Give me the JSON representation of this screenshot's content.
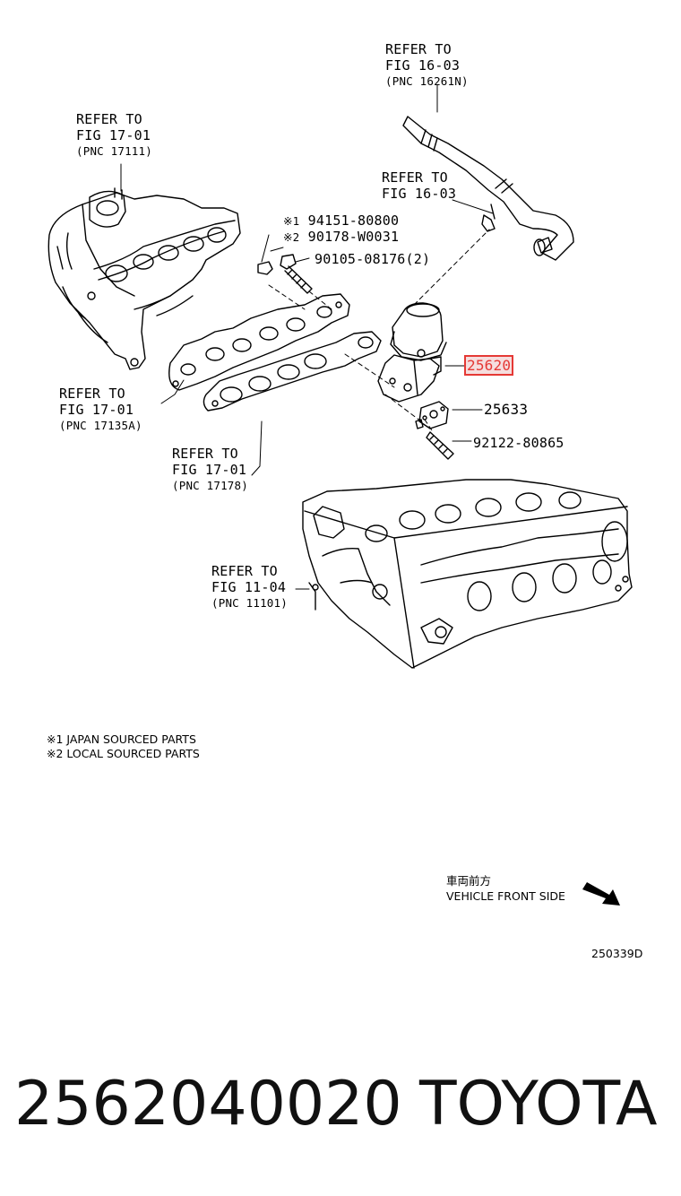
{
  "refs": {
    "fig_16_03_top": {
      "line1": "REFER TO",
      "line2": "FIG 16-03",
      "pnc": "(PNC 16261N)"
    },
    "fig_17_01_manifold": {
      "line1": "REFER TO",
      "line2": "FIG 17-01",
      "pnc": "(PNC 17111)"
    },
    "fig_16_03_mid": {
      "line1": "REFER TO",
      "line2": "FIG 16-03"
    },
    "fig_17_01_gasket1": {
      "line1": "REFER TO",
      "line2": "FIG 17-01",
      "pnc": "(PNC 17135A)"
    },
    "fig_17_01_gasket2": {
      "line1": "REFER TO",
      "line2": "FIG 17-01",
      "pnc": "(PNC 17178)"
    },
    "fig_11_04": {
      "line1": "REFER TO",
      "line2": "FIG 11-04",
      "pnc": "(PNC 11101)"
    }
  },
  "parts": {
    "nut_1": {
      "mark": "※1",
      "number": "94151-80800"
    },
    "nut_2": {
      "mark": "※2",
      "number": "90178-W0031"
    },
    "bolt": {
      "number": "90105-08176(2)"
    },
    "egr_valve": {
      "number": "25620"
    },
    "gasket": {
      "number": "25633"
    },
    "stud": {
      "number": "92122-80865"
    }
  },
  "notes": {
    "note1": "※1 JAPAN SOURCED PARTS",
    "note2": "※2 LOCAL SOURCED PARTS"
  },
  "front": {
    "jp": "車両前方",
    "en": "VEHICLE FRONT SIDE"
  },
  "illustration_id": "250339D",
  "footer": {
    "part_number": "2562040020",
    "brand": "TOYOTA"
  },
  "colors": {
    "highlight": "#e53935",
    "highlight_bg": "#f5dede"
  }
}
